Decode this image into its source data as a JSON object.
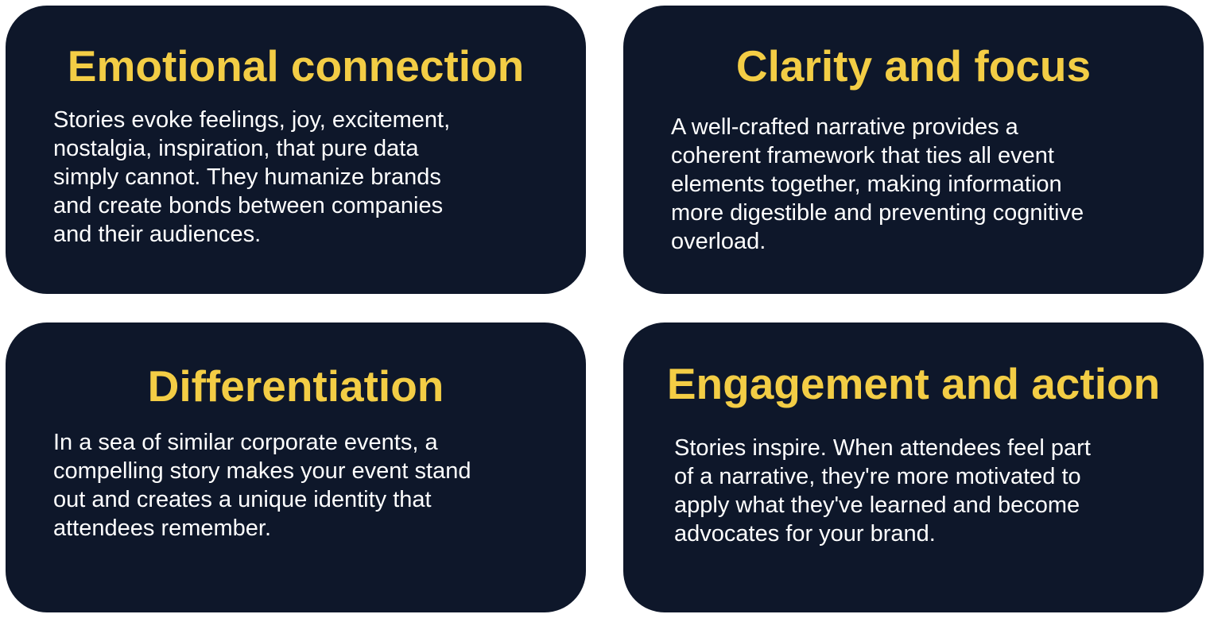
{
  "cards": [
    {
      "title": "Emotional connection",
      "lines": [
        "Stories evoke feelings, joy, excitement,",
        "nostalgia, inspiration, that pure data",
        "simply cannot. They humanize brands",
        "and create bonds between companies",
        "and their audiences."
      ]
    },
    {
      "title": "Clarity and focus",
      "lines": [
        "A well-crafted narrative provides a",
        "coherent framework that ties all event",
        "elements together, making information",
        "more digestible and preventing cognitive",
        "overload."
      ]
    },
    {
      "title": "Differentiation",
      "lines": [
        "In a sea of similar corporate events, a",
        "compelling story makes your event stand",
        "out and creates a unique identity that",
        "attendees remember."
      ]
    },
    {
      "title": "Engagement and action",
      "lines": [
        "Stories inspire. When attendees feel part",
        "of a narrative, they're more motivated to",
        "apply what they've learned and become",
        "advocates for your brand."
      ]
    }
  ]
}
